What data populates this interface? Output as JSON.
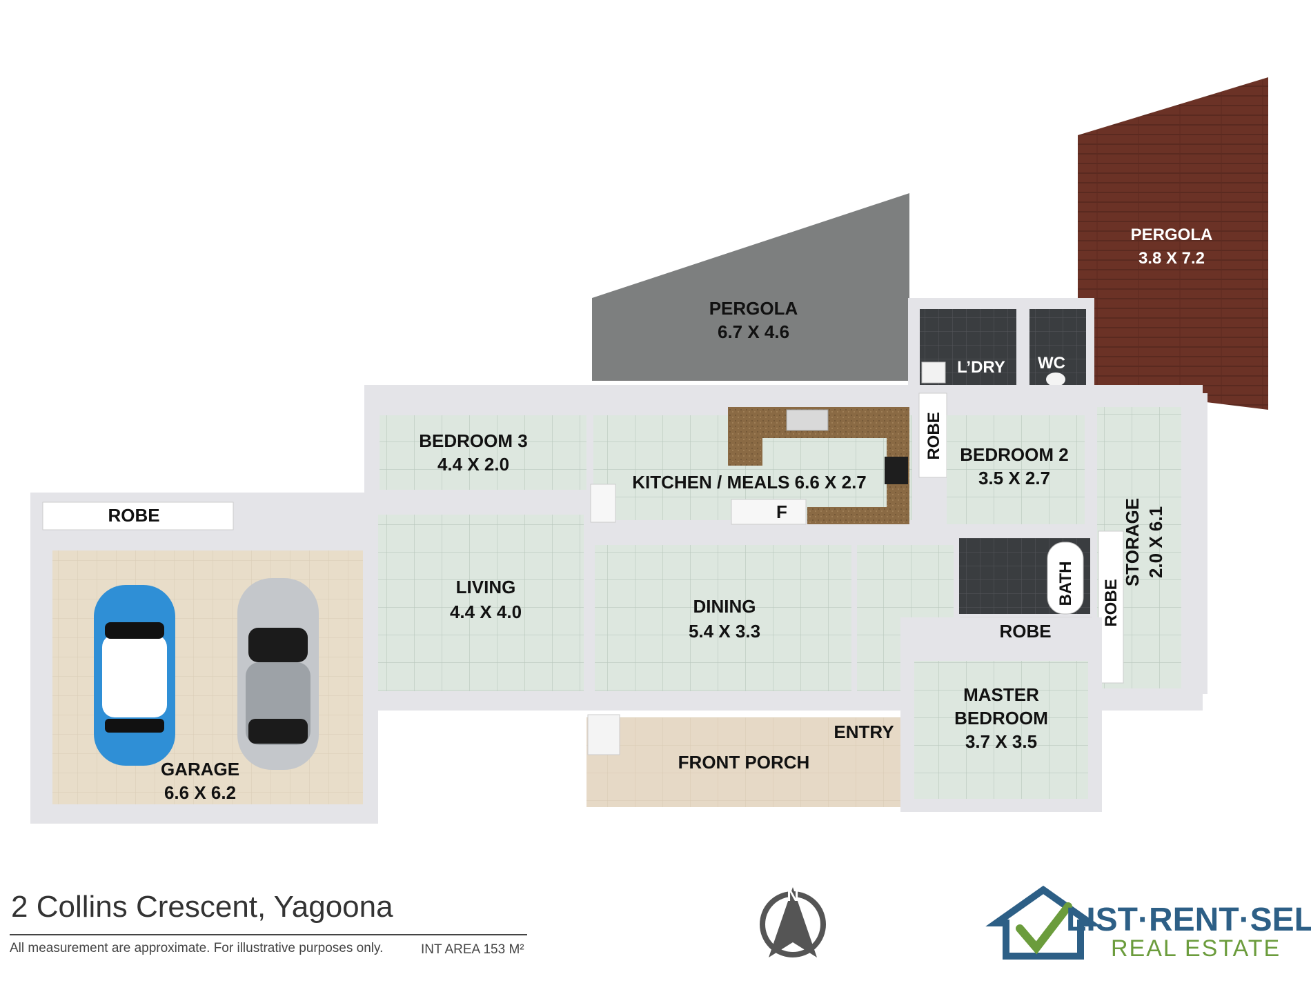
{
  "rooms": {
    "pergola_left": {
      "name": "PERGOLA",
      "dims": "6.7 X 4.6"
    },
    "pergola_right": {
      "name": "PERGOLA",
      "dims": "3.8 X 7.2"
    },
    "laundry": {
      "name": "L’DRY"
    },
    "wc": {
      "name": "WC"
    },
    "bedroom3": {
      "name": "BEDROOM 3",
      "dims": "4.4 X 2.0"
    },
    "kitchen": {
      "name": "KITCHEN / MEALS 6.6 X 2.7"
    },
    "fridge": {
      "name": "F"
    },
    "robe_bed2": {
      "name": "ROBE"
    },
    "bedroom2": {
      "name": "BEDROOM 2",
      "dims": "3.5 X 2.7"
    },
    "storage": {
      "name": "STORAGE",
      "dims": "2.0 X 6.1"
    },
    "robe_garage": {
      "name": "ROBE"
    },
    "living": {
      "name": "LIVING",
      "dims": "4.4 X 4.0"
    },
    "dining": {
      "name": "DINING",
      "dims": "5.4 X 3.3"
    },
    "bath": {
      "name": "BATH"
    },
    "robe_master": {
      "name": "ROBE"
    },
    "robe_storage": {
      "name": "ROBE"
    },
    "master": {
      "name_line1": "MASTER",
      "name_line2": "BEDROOM",
      "dims": "3.7 X 3.5"
    },
    "entry": {
      "name": "ENTRY"
    },
    "front_porch": {
      "name": "FRONT PORCH"
    },
    "garage": {
      "name": "GARAGE",
      "dims": "6.6 X 6.2"
    }
  },
  "compass": {
    "label": "N"
  },
  "footer": {
    "address": "2 Collins Crescent, Yagoona",
    "disclaimer": "All measurement are approximate. For illustrative purposes only.",
    "area": "INT AREA 153 M²"
  },
  "logo": {
    "main": "LIST·RENT·SELL",
    "sub": "REAL ESTATE"
  },
  "colors": {
    "wall": "#e4e4e8",
    "floor_tile": "#dde7df",
    "grid": "#b9c7bd",
    "pergola_grey": "#7d7f7f",
    "pergola_timber": "#6b3226",
    "porch": "#e6d9c6",
    "garage_floor": "#e8ddc9",
    "bench": "#8a6a44",
    "logo_blue": "#2d5f86",
    "logo_green": "#6b9c3c"
  }
}
